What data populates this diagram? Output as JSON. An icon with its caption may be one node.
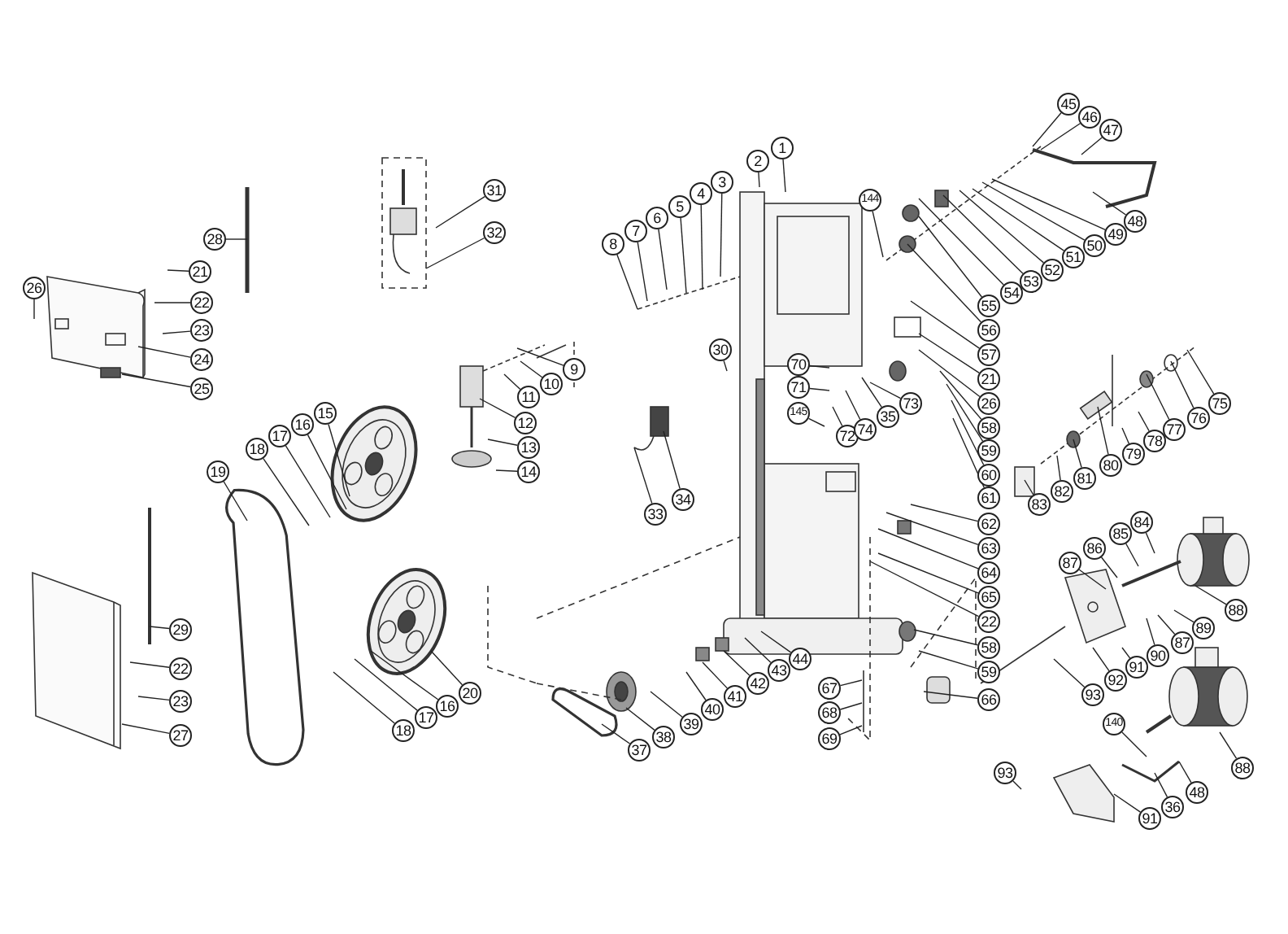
{
  "diagram": {
    "nodes": [
      {
        "text": [
          "1"
        ]
      },
      {
        "text": [
          "2"
        ]
      },
      {
        "text": [
          "3"
        ]
      },
      {
        "text": [
          "4"
        ]
      },
      {
        "text": [
          "5"
        ]
      },
      {
        "text": [
          "6"
        ]
      },
      {
        "text": [
          "7"
        ]
      },
      {
        "text": [
          "8"
        ]
      },
      {
        "text": [
          "9"
        ]
      },
      {
        "text": [
          "10"
        ]
      },
      {
        "text": [
          "11"
        ]
      },
      {
        "text": [
          "12"
        ]
      },
      {
        "text": [
          "13"
        ]
      },
      {
        "text": [
          "14"
        ]
      },
      {
        "text": [
          "15"
        ]
      },
      {
        "text": [
          "16"
        ]
      },
      {
        "text": [
          "17"
        ]
      },
      {
        "text": [
          "18"
        ]
      },
      {
        "text": [
          "19"
        ]
      },
      {
        "text": [
          "20"
        ]
      },
      {
        "text": [
          "16"
        ]
      },
      {
        "text": [
          "17"
        ]
      },
      {
        "text": [
          "18"
        ]
      },
      {
        "text": [
          "21"
        ]
      },
      {
        "text": [
          "22"
        ]
      },
      {
        "text": [
          "23"
        ]
      },
      {
        "text": [
          "24"
        ]
      },
      {
        "text": [
          "25"
        ]
      },
      {
        "text": [
          "26"
        ]
      },
      {
        "text": [
          "28"
        ]
      },
      {
        "text": [
          "29"
        ]
      },
      {
        "text": [
          "22"
        ]
      },
      {
        "text": [
          "23"
        ]
      },
      {
        "text": [
          "27"
        ]
      },
      {
        "text": [
          "31"
        ]
      },
      {
        "text": [
          "32"
        ]
      },
      {
        "text": [
          "30"
        ]
      },
      {
        "text": [
          "34"
        ]
      },
      {
        "text": [
          "33"
        ]
      },
      {
        "text": [
          "37"
        ]
      },
      {
        "text": [
          "38"
        ]
      },
      {
        "text": [
          "39"
        ]
      },
      {
        "text": [
          "40"
        ]
      },
      {
        "text": [
          "41"
        ]
      },
      {
        "text": [
          "42"
        ]
      },
      {
        "text": [
          "43"
        ]
      },
      {
        "text": [
          "44"
        ]
      },
      {
        "text": [
          "35"
        ]
      },
      {
        "text": [
          "70"
        ]
      },
      {
        "text": [
          "71"
        ]
      },
      {
        "text": [
          "145"
        ]
      },
      {
        "text": [
          "72"
        ]
      },
      {
        "text": [
          "74"
        ]
      },
      {
        "text": [
          "73"
        ]
      },
      {
        "text": [
          "144"
        ]
      },
      {
        "text": [
          "45"
        ]
      },
      {
        "text": [
          "46"
        ]
      },
      {
        "text": [
          "47"
        ]
      },
      {
        "text": [
          "48"
        ]
      },
      {
        "text": [
          "49"
        ]
      },
      {
        "text": [
          "50"
        ]
      },
      {
        "text": [
          "51"
        ]
      },
      {
        "text": [
          "52"
        ]
      },
      {
        "text": [
          "53"
        ]
      },
      {
        "text": [
          "54"
        ]
      },
      {
        "text": [
          "55"
        ]
      },
      {
        "text": [
          "56"
        ]
      },
      {
        "text": [
          "57"
        ]
      },
      {
        "text": [
          "21"
        ]
      },
      {
        "text": [
          "26"
        ]
      },
      {
        "text": [
          "58"
        ]
      },
      {
        "text": [
          "59"
        ]
      },
      {
        "text": [
          "60"
        ]
      },
      {
        "text": [
          "61"
        ]
      },
      {
        "text": [
          "62"
        ]
      },
      {
        "text": [
          "63"
        ]
      },
      {
        "text": [
          "64"
        ]
      },
      {
        "text": [
          "65"
        ]
      },
      {
        "text": [
          "22"
        ]
      },
      {
        "text": [
          "58"
        ]
      },
      {
        "text": [
          "59"
        ]
      },
      {
        "text": [
          "66"
        ]
      },
      {
        "text": [
          "67"
        ]
      },
      {
        "text": [
          "68"
        ]
      },
      {
        "text": [
          "69"
        ]
      },
      {
        "text": [
          "75"
        ]
      },
      {
        "text": [
          "76"
        ]
      },
      {
        "text": [
          "77"
        ]
      },
      {
        "text": [
          "78"
        ]
      },
      {
        "text": [
          "79"
        ]
      },
      {
        "text": [
          "80"
        ]
      },
      {
        "text": [
          "81"
        ]
      },
      {
        "text": [
          "82"
        ]
      },
      {
        "text": [
          "83"
        ]
      },
      {
        "text": [
          "84"
        ]
      },
      {
        "text": [
          "85"
        ]
      },
      {
        "text": [
          "86"
        ]
      },
      {
        "text": [
          "87"
        ]
      },
      {
        "text": [
          "88"
        ]
      },
      {
        "text": [
          "89"
        ]
      },
      {
        "text": [
          "87"
        ]
      },
      {
        "text": [
          "90"
        ]
      },
      {
        "text": [
          "91"
        ]
      },
      {
        "text": [
          "92"
        ]
      },
      {
        "text": [
          "93"
        ]
      },
      {
        "text": [
          "140"
        ]
      },
      {
        "text": [
          "88"
        ]
      },
      {
        "text": [
          "48"
        ]
      },
      {
        "text": [
          "36"
        ]
      },
      {
        "text": [
          "91"
        ]
      },
      {
        "text": [
          "93"
        ]
      }
    ],
    "edges": [
      {
        "from": 0,
        "to": null,
        "arrow": "none"
      },
      {
        "from": 1,
        "to": null,
        "arrow": "none"
      },
      {
        "from": 2,
        "to": null,
        "arrow": "none"
      },
      {
        "from": 3,
        "to": null,
        "arrow": "none"
      },
      {
        "from": 4,
        "to": null,
        "arrow": "none"
      },
      {
        "from": 5,
        "to": null,
        "arrow": "none"
      },
      {
        "from": 6,
        "to": null,
        "arrow": "none"
      },
      {
        "from": 7,
        "to": null,
        "arrow": "none"
      },
      {
        "from": 8,
        "to": null,
        "arrow": "none"
      },
      {
        "from": 9,
        "to": null,
        "arrow": "none"
      },
      {
        "from": 10,
        "to": null,
        "arrow": "none"
      },
      {
        "from": 11,
        "to": null,
        "arrow": "none"
      },
      {
        "from": 12,
        "to": null,
        "arrow": "none"
      },
      {
        "from": 13,
        "to": null,
        "arrow": "none"
      },
      {
        "from": 14,
        "to": null,
        "arrow": "none"
      },
      {
        "from": 15,
        "to": null,
        "arrow": "none"
      },
      {
        "from": 16,
        "to": null,
        "arrow": "none"
      },
      {
        "from": 17,
        "to": null,
        "arrow": "none"
      },
      {
        "from": 18,
        "to": null,
        "arrow": "none"
      },
      {
        "from": 19,
        "to": null,
        "arrow": "none"
      },
      {
        "from": 20,
        "to": null,
        "arrow": "none"
      },
      {
        "from": 21,
        "to": null,
        "arrow": "none"
      },
      {
        "from": 22,
        "to": null,
        "arrow": "none"
      },
      {
        "from": 23,
        "to": null,
        "arrow": "none"
      },
      {
        "from": 24,
        "to": null,
        "arrow": "none"
      },
      {
        "from": 25,
        "to": null,
        "arrow": "none"
      },
      {
        "from": 26,
        "to": null,
        "arrow": "none"
      },
      {
        "from": 27,
        "to": null,
        "arrow": "none"
      },
      {
        "from": 28,
        "to": null,
        "arrow": "none"
      },
      {
        "from": 29,
        "to": null,
        "arrow": "none"
      },
      {
        "from": 30,
        "to": null,
        "arrow": "none"
      },
      {
        "from": 31,
        "to": null,
        "arrow": "none"
      },
      {
        "from": 32,
        "to": null,
        "arrow": "none"
      },
      {
        "from": 33,
        "to": null,
        "arrow": "none"
      },
      {
        "from": 34,
        "to": null,
        "arrow": "none"
      },
      {
        "from": 35,
        "to": null,
        "arrow": "none"
      },
      {
        "from": 36,
        "to": null,
        "arrow": "none"
      },
      {
        "from": 37,
        "to": null,
        "arrow": "none"
      },
      {
        "from": 38,
        "to": null,
        "arrow": "none"
      },
      {
        "from": 39,
        "to": null,
        "arrow": "none"
      },
      {
        "from": 40,
        "to": null,
        "arrow": "none"
      },
      {
        "from": 41,
        "to": null,
        "arrow": "none"
      },
      {
        "from": 42,
        "to": null,
        "arrow": "none"
      },
      {
        "from": 43,
        "to": null,
        "arrow": "none"
      },
      {
        "from": 44,
        "to": null,
        "arrow": "none"
      },
      {
        "from": 45,
        "to": null,
        "arrow": "none"
      },
      {
        "from": 46,
        "to": null,
        "arrow": "none"
      },
      {
        "from": 47,
        "to": null,
        "arrow": "none"
      },
      {
        "from": 48,
        "to": null,
        "arrow": "none"
      },
      {
        "from": 49,
        "to": null,
        "arrow": "none"
      },
      {
        "from": 50,
        "to": null,
        "arrow": "none"
      },
      {
        "from": 51,
        "to": null,
        "arrow": "none"
      },
      {
        "from": 52,
        "to": null,
        "arrow": "none"
      },
      {
        "from": 53,
        "to": null,
        "arrow": "none"
      },
      {
        "from": 54,
        "to": null,
        "arrow": "none"
      },
      {
        "from": 55,
        "to": null,
        "arrow": "none"
      },
      {
        "from": 56,
        "to": null,
        "arrow": "none"
      },
      {
        "from": 57,
        "to": null,
        "arrow": "none"
      },
      {
        "from": 58,
        "to": null,
        "arrow": "none"
      },
      {
        "from": 59,
        "to": null,
        "arrow": "none"
      },
      {
        "from": 60,
        "to": null,
        "arrow": "none"
      },
      {
        "from": 61,
        "to": null,
        "arrow": "none"
      },
      {
        "from": 62,
        "to": null,
        "arrow": "none"
      },
      {
        "from": 63,
        "to": null,
        "arrow": "none"
      },
      {
        "from": 64,
        "to": null,
        "arrow": "none"
      },
      {
        "from": 65,
        "to": null,
        "arrow": "none"
      },
      {
        "from": 66,
        "to": null,
        "arrow": "none"
      },
      {
        "from": 67,
        "to": null,
        "arrow": "none"
      },
      {
        "from": 68,
        "to": null,
        "arrow": "none"
      },
      {
        "from": 69,
        "to": null,
        "arrow": "none"
      },
      {
        "from": 70,
        "to": null,
        "arrow": "none"
      },
      {
        "from": 71,
        "to": null,
        "arrow": "none"
      },
      {
        "from": 72,
        "to": null,
        "arrow": "none"
      },
      {
        "from": 73,
        "to": null,
        "arrow": "none"
      },
      {
        "from": 74,
        "to": null,
        "arrow": "none"
      },
      {
        "from": 75,
        "to": null,
        "arrow": "none"
      },
      {
        "from": 76,
        "to": null,
        "arrow": "none"
      },
      {
        "from": 77,
        "to": null,
        "arrow": "none"
      },
      {
        "from": 78,
        "to": null,
        "arrow": "none"
      },
      {
        "from": 79,
        "to": null,
        "arrow": "none"
      },
      {
        "from": 80,
        "to": null,
        "arrow": "none"
      },
      {
        "from": 81,
        "to": null,
        "arrow": "none"
      },
      {
        "from": 82,
        "to": null,
        "arrow": "none"
      },
      {
        "from": 83,
        "to": null,
        "arrow": "none"
      },
      {
        "from": 84,
        "to": null,
        "arrow": "none"
      },
      {
        "from": 85,
        "to": null,
        "arrow": "none"
      },
      {
        "from": 86,
        "to": null,
        "arrow": "none"
      },
      {
        "from": 87,
        "to": null,
        "arrow": "none"
      },
      {
        "from": 88,
        "to": null,
        "arrow": "none"
      },
      {
        "from": 89,
        "to": null,
        "arrow": "none"
      },
      {
        "from": 90,
        "to": null,
        "arrow": "none"
      },
      {
        "from": 91,
        "to": null,
        "arrow": "none"
      },
      {
        "from": 92,
        "to": null,
        "arrow": "none"
      },
      {
        "from": 93,
        "to": null,
        "arrow": "none"
      },
      {
        "from": 94,
        "to": null,
        "arrow": "none"
      },
      {
        "from": 95,
        "to": null,
        "arrow": "none"
      },
      {
        "from": 96,
        "to": null,
        "arrow": "none"
      },
      {
        "from": 97,
        "to": null,
        "arrow": "none"
      },
      {
        "from": 98,
        "to": null,
        "arrow": "none"
      },
      {
        "from": 99,
        "to": null,
        "arrow": "none"
      },
      {
        "from": 100,
        "to": null,
        "arrow": "none"
      },
      {
        "from": 101,
        "to": null,
        "arrow": "none"
      },
      {
        "from": 102,
        "to": null,
        "arrow": "none"
      },
      {
        "from": 103,
        "to": null,
        "arrow": "none"
      },
      {
        "from": 104,
        "to": null,
        "arrow": "none"
      },
      {
        "from": 105,
        "to": null,
        "arrow": "none"
      },
      {
        "from": 106,
        "to": null,
        "arrow": "none"
      },
      {
        "from": 107,
        "to": null,
        "arrow": "none"
      },
      {
        "from": 108,
        "to": null,
        "arrow": "none"
      },
      {
        "from": 109,
        "to": null,
        "arrow": "none"
      },
      {
        "from": 110,
        "to": null,
        "arrow": "none"
      }
    ]
  }
}
